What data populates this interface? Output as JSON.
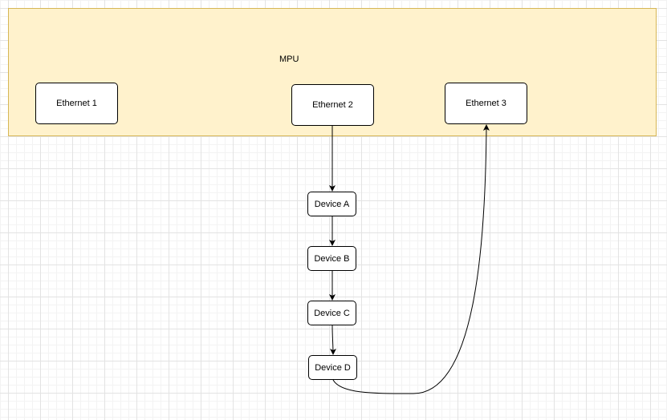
{
  "diagram": {
    "container": {
      "label": "MPU"
    },
    "ports": {
      "eth1": "Ethernet 1",
      "eth2": "Ethernet 2",
      "eth3": "Ethernet 3"
    },
    "devices": {
      "a": "Device A",
      "b": "Device B",
      "c": "Device C",
      "d": "Device D"
    },
    "edges": [
      {
        "from": "Ethernet 2",
        "to": "Device A"
      },
      {
        "from": "Device A",
        "to": "Device B"
      },
      {
        "from": "Device B",
        "to": "Device C"
      },
      {
        "from": "Device C",
        "to": "Device D"
      },
      {
        "from": "Device D",
        "to": "Ethernet 3"
      }
    ],
    "colors": {
      "container_fill": "#fff2cc",
      "container_stroke": "#d6b656",
      "node_fill": "#ffffff",
      "stroke": "#000000"
    }
  }
}
